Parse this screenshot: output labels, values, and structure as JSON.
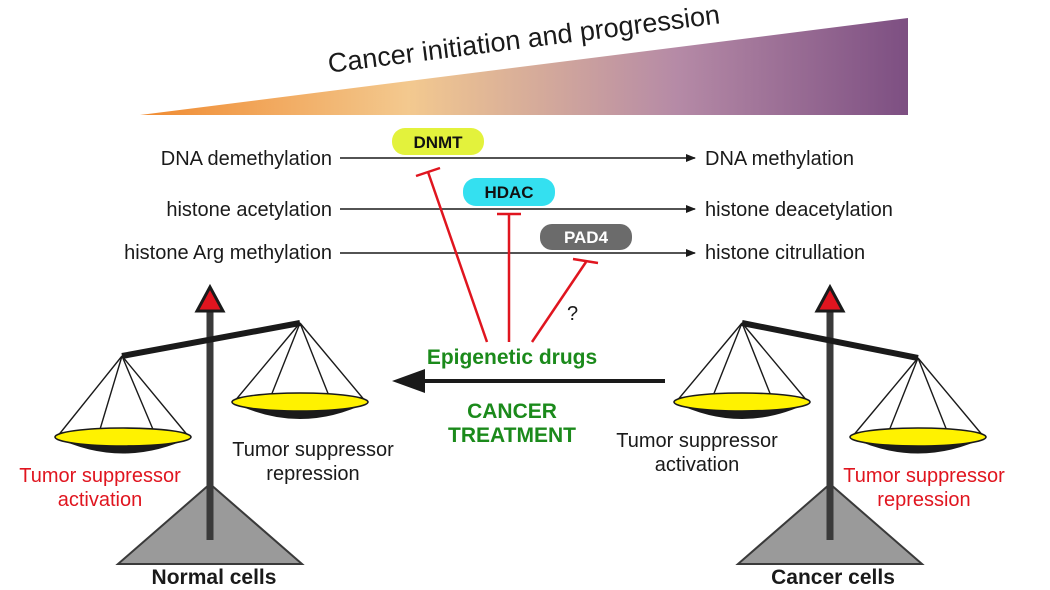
{
  "banner": {
    "title": "Cancer initiation and progression",
    "gradient_colors": [
      "#f08a30",
      "#f3c98f",
      "#b58aa6",
      "#7d4f82"
    ]
  },
  "processes": [
    {
      "left": "DNA demethylation",
      "right": "DNA methylation",
      "enzyme": "DNMT",
      "enzyme_color": "#e3f23c",
      "enzyme_text_color": "#111111"
    },
    {
      "left": "histone acetylation",
      "right": "histone deacetylation",
      "enzyme": "HDAC",
      "enzyme_color": "#34e0f0",
      "enzyme_text_color": "#111111"
    },
    {
      "left": "histone Arg methylation",
      "right": "histone citrullation",
      "enzyme": "PAD4",
      "enzyme_color": "#6b6b6b",
      "enzyme_text_color": "#ffffff"
    }
  ],
  "inhibition": {
    "uncertain_mark": "?",
    "color": "#e0151f"
  },
  "drugs": {
    "label": "Epigenetic drugs",
    "treatment_line1": "CANCER",
    "treatment_line2": "TREATMENT",
    "color": "#1b8a1b"
  },
  "normal_scale": {
    "title": "Normal cells",
    "low_pan_line1": "Tumor suppressor",
    "low_pan_line2": "activation",
    "high_pan_line1": "Tumor suppressor",
    "high_pan_line2": "repression"
  },
  "cancer_scale": {
    "title": "Cancer cells",
    "high_pan_line1": "Tumor suppressor",
    "high_pan_line2": "activation",
    "low_pan_line1": "Tumor suppressor",
    "low_pan_line2": "repression"
  },
  "colors": {
    "pan_fill": "#fff200",
    "scale_base": "#9a9a9a",
    "scale_tip": "#e0151f",
    "emphasis_red": "#e0151f"
  }
}
